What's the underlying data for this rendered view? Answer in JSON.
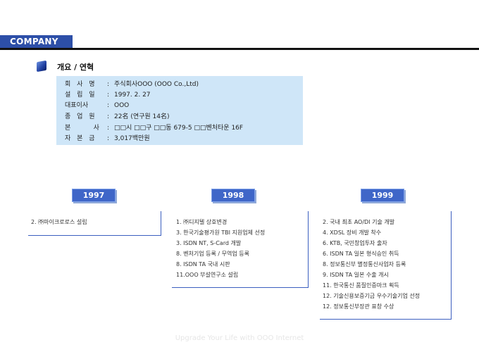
{
  "header": {
    "tab_label": "COMPANY"
  },
  "section": {
    "title": "개요 / 연혁"
  },
  "overview": [
    {
      "label": "회 사 명",
      "value": "주식회사OOO (OOO Co.,Ltd)"
    },
    {
      "label": "설 립 일",
      "value": "1997. 2. 27"
    },
    {
      "label": "대표이사",
      "value": "OOO"
    },
    {
      "label": "종 업 원",
      "value": "22名 (연구원 14名)"
    },
    {
      "label": "본     사",
      "value": "□□시 □□구 □□동 679-5 □□벤처타운 16F"
    },
    {
      "label": "자 본 금",
      "value": "3,017백만원"
    }
  ],
  "separator": ":",
  "years": [
    {
      "year": "1997",
      "events": [
        "2. ㈜마이크로로스 설립"
      ]
    },
    {
      "year": "1998",
      "events": [
        "1.   ㈜디지텔 상호변경",
        "3.   한국기술평가원 TBI 지원업체 선정",
        "3.   ISDN NT, S-Card 개발",
        "8.   벤처기업 등록 / 무역업 등록",
        "8.   ISDN TA 국내 시판",
        "11.OOO 부설연구소 설립"
      ]
    },
    {
      "year": "1999",
      "events": [
        "2.  국내 최초 AO/DI 기술 개발",
        "4.  XDSL 장비 개발 착수",
        "6.  KTB, 국민창업투자 출자",
        "6.  ISDN TA 일본 형식승인 취득",
        "8.  정보통신부 별정통신사업자 등록",
        "9.  ISDN TA 일본 수출 개시",
        "11. 한국통신 품질인증마크 획득",
        "12. 기술신용보증기금 우수기술기업 선정",
        "12. 정보통신부장관 표창 수상"
      ]
    }
  ],
  "footer": {
    "text": "Upgrade Your Life with OOO Internet"
  }
}
